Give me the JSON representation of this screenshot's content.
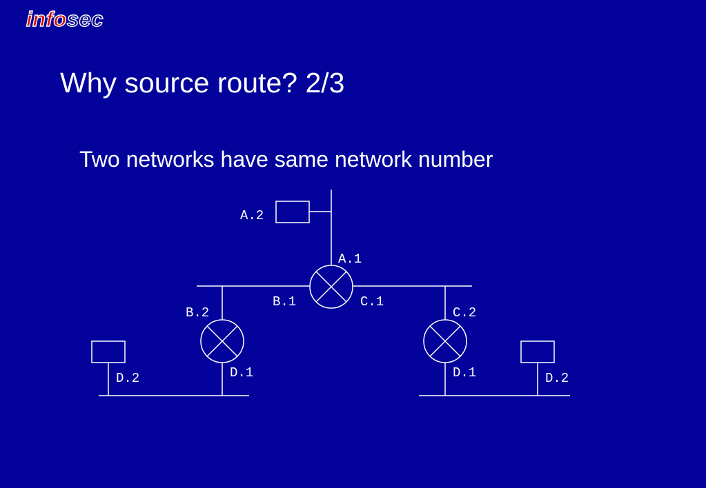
{
  "logo": {
    "part1": "info",
    "part2": "sec",
    "colors": {
      "part1": "#d20a0a",
      "part2": "#06068a",
      "outline": "#ffffff"
    }
  },
  "title": "Why source route? 2/3",
  "subtitle": "Two networks have same network number",
  "theme": {
    "background": "#03039b",
    "foreground": "#ffffff"
  },
  "diagram": {
    "labels": {
      "a2": "A.2",
      "a1": "A.1",
      "b1": "B.1",
      "c1": "C.1",
      "b2": "B.2",
      "c2": "C.2",
      "left_router_d1": "D.1",
      "right_router_d1": "D.1",
      "left_host_d2": "D.2",
      "right_host_d2": "D.2"
    }
  }
}
